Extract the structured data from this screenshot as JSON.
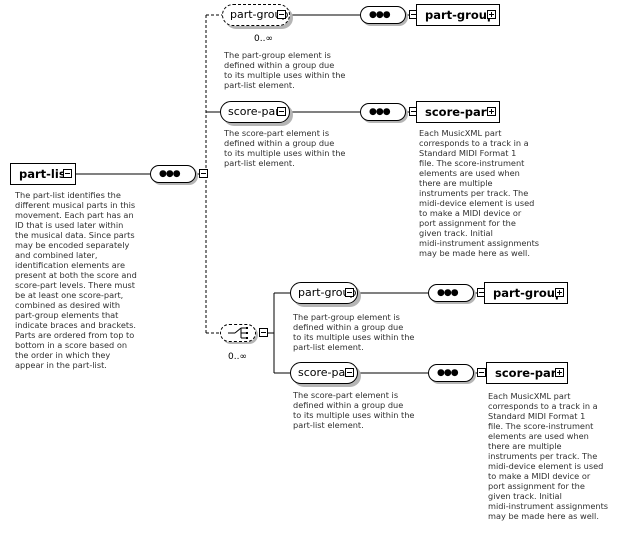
{
  "root": {
    "label": "part-list",
    "description": "The part-list identifies the\ndifferent musical parts in this\nmovement. Each part has an\nID that is used later within\nthe musical data. Since parts\nmay be encoded separately\nand combined later,\nidentification elements are\npresent at both the score and\nscore-part levels. There must\nbe at least one score-part,\ncombined as desired with\npart-group elements that\nindicate braces and brackets.\nParts are ordered from top to\nbottom in a score based on\nthe order in which they\nappear in the part-list."
  },
  "seq_part_group": {
    "label": "part-group",
    "occurrence": "0..∞",
    "description": "The part-group element is\ndefined within a group due\nto its multiple uses within the\npart-list element."
  },
  "seq_score_part": {
    "label": "score-part",
    "description": "The score-part element is\ndefined within a group due\nto its multiple uses within the\npart-list element."
  },
  "elem_part_group_1": {
    "label": "part-group"
  },
  "elem_score_part_1": {
    "label": "score-part",
    "description": "Each MusicXML part\ncorresponds to a track in a\nStandard MIDI Format 1\nfile. The score-instrument\nelements are used when\nthere are multiple\ninstruments per track. The\nmidi-device element is used\nto make a MIDI device or\nport assignment for the\ngiven track. Initial\nmidi-instrument assignments\nmay be made here as well."
  },
  "choice": {
    "occurrence": "0..∞"
  },
  "ch_part_group": {
    "label": "part-group",
    "description": "The part-group element is\ndefined within a group due\nto its multiple uses within the\npart-list element."
  },
  "ch_score_part": {
    "label": "score-part",
    "description": "The score-part element is\ndefined within a group due\nto its multiple uses within the\npart-list element."
  },
  "elem_part_group_2": {
    "label": "part-group"
  },
  "elem_score_part_2": {
    "label": "score-part",
    "description": "Each MusicXML part\ncorresponds to a track in a\nStandard MIDI Format 1\nfile. The score-instrument\nelements are used when\nthere are multiple\ninstruments per track. The\nmidi-device element is used\nto make a MIDI device or\nport assignment for the\ngiven track. Initial\nmidi-instrument assignments\nmay be made here as well."
  }
}
